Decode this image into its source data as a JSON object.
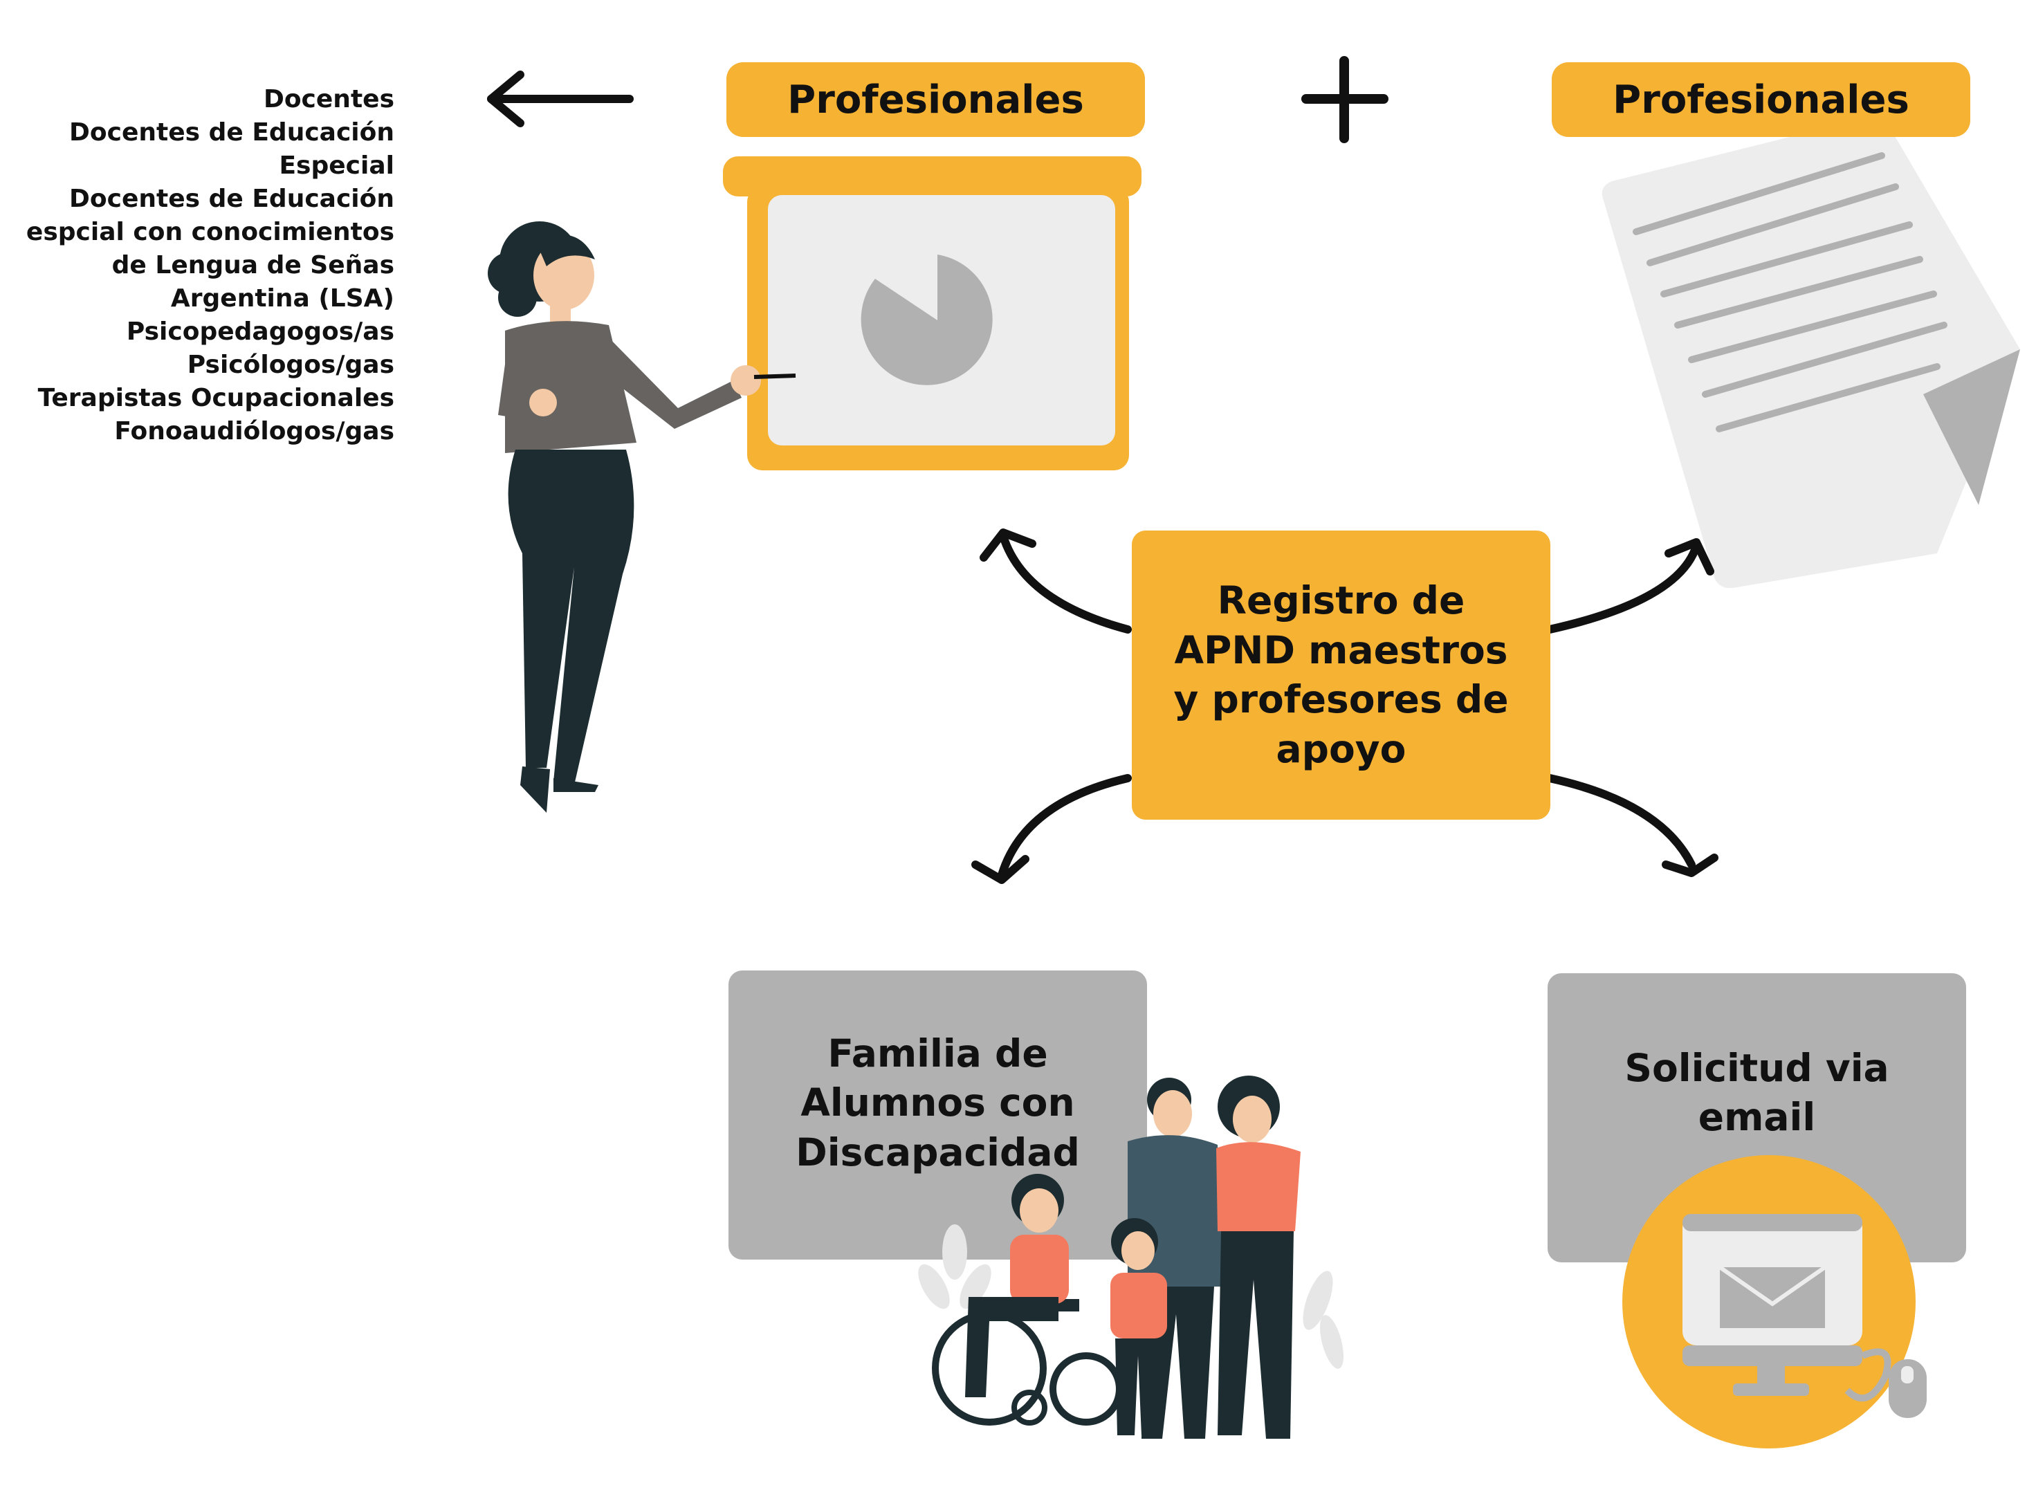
{
  "professionals_list": [
    "Docentes",
    "Docentes de Educación",
    "Especial",
    "Docentes de Educación",
    "espcial con conocimientos",
    "de Lengua de Señas",
    "Argentina (LSA)",
    "Psicopedagogos/as",
    "Psicólogos/gas",
    "Terapistas Ocupacionales",
    "Fonoaudiólogos/gas"
  ],
  "labels": {
    "professionals_left": "Profesionales",
    "plus": "+",
    "professionals_right": "Profesionales"
  },
  "center": {
    "lines": [
      "Registro de",
      "APND maestros",
      "y profesores de",
      "apoyo"
    ]
  },
  "family_box": {
    "lines": [
      "Familia de",
      "Alumnos con",
      "Discapacidad"
    ]
  },
  "email_box": {
    "lines": [
      "Solicitud via",
      "email"
    ]
  },
  "colors": {
    "yellow": "#F6B233",
    "gray_box": "#B1B1B1",
    "screen_gray": "#EDEDED",
    "dark": "#1C2C30",
    "coral": "#F37A5E"
  }
}
